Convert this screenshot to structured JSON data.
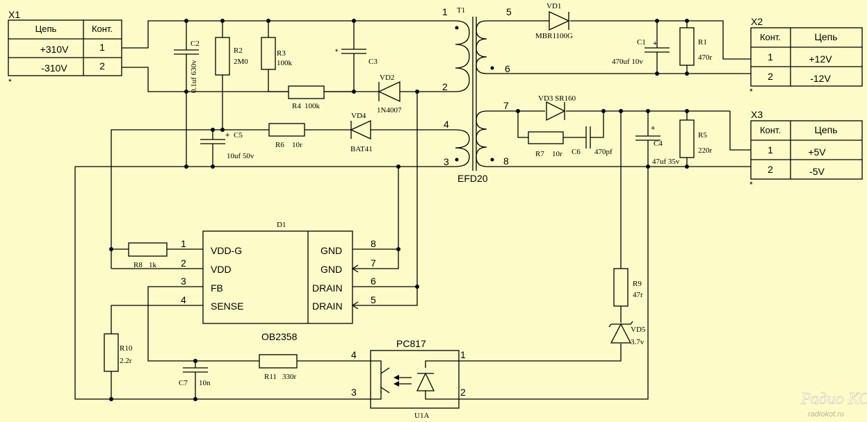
{
  "connectors": {
    "x1": {
      "ref": "X1",
      "col_net": "Цепь",
      "col_pin": "Конт.",
      "rows": [
        {
          "net": "+310V",
          "pin": "1"
        },
        {
          "net": "-310V",
          "pin": "2"
        }
      ],
      "mark": "*"
    },
    "x2": {
      "ref": "X2",
      "col_pin": "Конт.",
      "col_net": "Цепь",
      "rows": [
        {
          "pin": "1",
          "net": "+12V"
        },
        {
          "pin": "2",
          "net": "-12V"
        }
      ],
      "mark": "*"
    },
    "x3": {
      "ref": "X3",
      "col_pin": "Конт.",
      "col_net": "Цепь",
      "rows": [
        {
          "pin": "1",
          "net": "+5V"
        },
        {
          "pin": "2",
          "net": "-5V"
        }
      ],
      "mark": "*"
    }
  },
  "components": {
    "c2": {
      "ref": "C2",
      "value": "0.1uf 630v"
    },
    "r2": {
      "ref": "R2",
      "value": "2M0"
    },
    "r3": {
      "ref": "R3",
      "value": "100k"
    },
    "c3": {
      "ref": "C3",
      "mark": "*"
    },
    "r4": {
      "ref": "R4",
      "value": "100k"
    },
    "vd2": {
      "ref": "VD2",
      "value": "1N4007"
    },
    "c5": {
      "ref": "C5",
      "value": "10uf 50v",
      "polarity": "+"
    },
    "r6": {
      "ref": "R6",
      "value": "10r"
    },
    "vd4": {
      "ref": "VD4",
      "value": "BAT41"
    },
    "vd1": {
      "ref": "VD1",
      "value": "MBR1100G"
    },
    "c1": {
      "ref": "C1",
      "value": "470uf 10v",
      "polarity": "+"
    },
    "r1": {
      "ref": "R1",
      "value": "470r"
    },
    "vd3": {
      "ref": "VD3 SR160"
    },
    "r7": {
      "ref": "R7",
      "value": "10r"
    },
    "c6": {
      "ref": "C6",
      "value": "470pf"
    },
    "c4": {
      "ref": "C4",
      "value": "47uf 35v",
      "polarity": "+"
    },
    "r5": {
      "ref": "R5",
      "value": "220r"
    },
    "r8": {
      "ref": "R8",
      "value": "1k"
    },
    "r9": {
      "ref": "R9",
      "value": "47r"
    },
    "vd5": {
      "ref": "VD5",
      "value": "3.7v"
    },
    "r10": {
      "ref": "R10",
      "value": "2.2r"
    },
    "c7": {
      "ref": "C7",
      "value": "10n"
    },
    "r11": {
      "ref": "R11",
      "value": "330r"
    }
  },
  "transformer": {
    "ref": "T1",
    "core": "EFD20",
    "pins": {
      "p1": "1",
      "p2": "2",
      "p3": "3",
      "p4": "4",
      "p5": "5",
      "p6": "6",
      "p7": "7",
      "p8": "8"
    }
  },
  "ic": {
    "ref": "D1",
    "part": "OB2358",
    "left_pins": [
      {
        "num": "1",
        "name": "VDD-G"
      },
      {
        "num": "2",
        "name": "VDD"
      },
      {
        "num": "3",
        "name": "FB"
      },
      {
        "num": "4",
        "name": "SENSE"
      }
    ],
    "right_pins": [
      {
        "num": "8",
        "name": "GND"
      },
      {
        "num": "7",
        "name": "GND"
      },
      {
        "num": "6",
        "name": "DRAIN"
      },
      {
        "num": "5",
        "name": "DRAIN"
      }
    ]
  },
  "optocoupler": {
    "part": "PC817",
    "ref": "U1A",
    "pins": {
      "p1": "1",
      "p2": "2",
      "p3": "3",
      "p4": "4"
    }
  },
  "watermark": {
    "line1": "Радио КОТ",
    "line2": "radiokot.ru"
  }
}
